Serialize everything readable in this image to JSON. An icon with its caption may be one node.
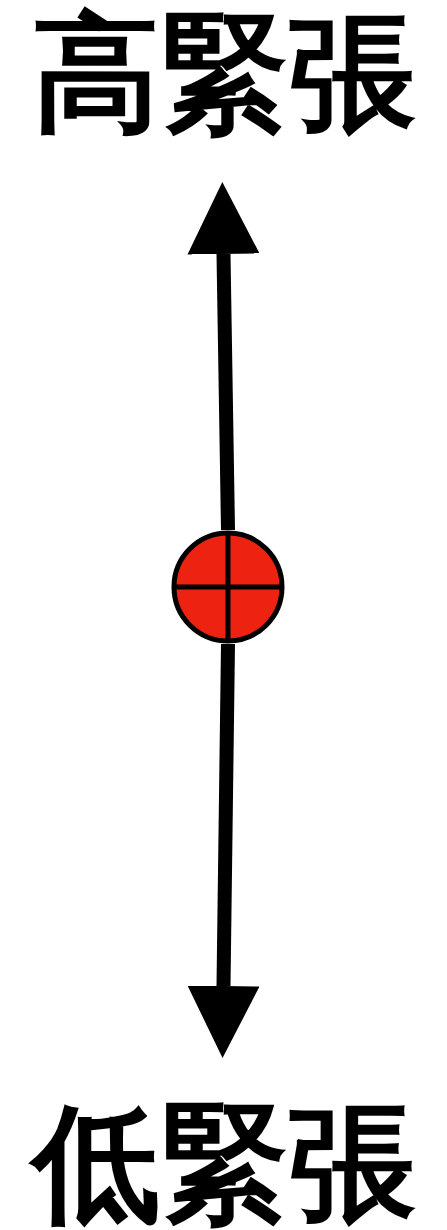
{
  "diagram": {
    "nodes": [
      {
        "text": [
          "高緊張"
        ]
      },
      {
        "text": [],
        "shape": "circle"
      },
      {
        "text": [
          "低緊張"
        ]
      }
    ],
    "edges": [
      {
        "from": 1,
        "to": 0,
        "arrow": "to"
      },
      {
        "from": 1,
        "to": 2,
        "arrow": "to"
      }
    ]
  }
}
